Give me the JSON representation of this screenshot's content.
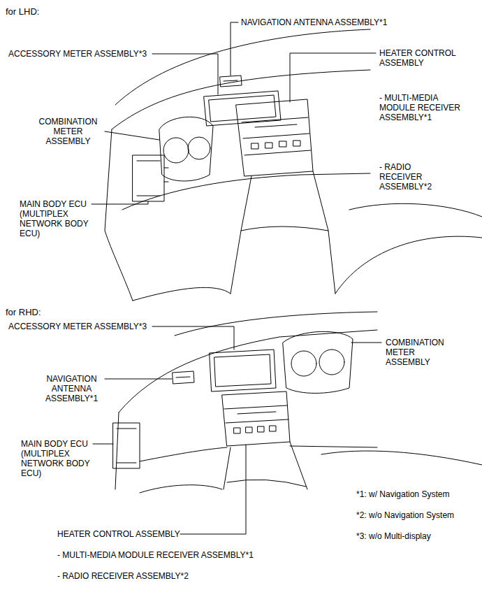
{
  "diagram": {
    "labels": [
      "for LHD:",
      "NAVIGATION ANTENNA ASSEMBLY*1",
      "ACCESSORY METER ASSEMBLY*3",
      "HEATER CONTROL ASSEMBLY",
      "COMBINATION METER ASSEMBLY",
      "- MULTI-MEDIA MODULE RECEIVER ASSEMBLY*1",
      "- RADIO RECEIVER ASSEMBLY*2",
      "MAIN BODY ECU (MULTIPLEX NETWORK BODY ECU)",
      "for RHD:",
      "ACCESSORY METER ASSEMBLY*3",
      "COMBINATION METER ASSEMBLY",
      "NAVIGATION ANTENNA ASSEMBLY*1",
      "MAIN BODY ECU (MULTIPLEX NETWORK BODY ECU)",
      "*1: w/ Navigation System",
      "*2: w/o Navigation System",
      "*3: w/o Multi-display",
      "HEATER CONTROL ASSEMBLY",
      "- MULTI-MEDIA MODULE RECEIVER ASSEMBLY*1",
      "- RADIO RECEIVER ASSEMBLY*2"
    ]
  }
}
